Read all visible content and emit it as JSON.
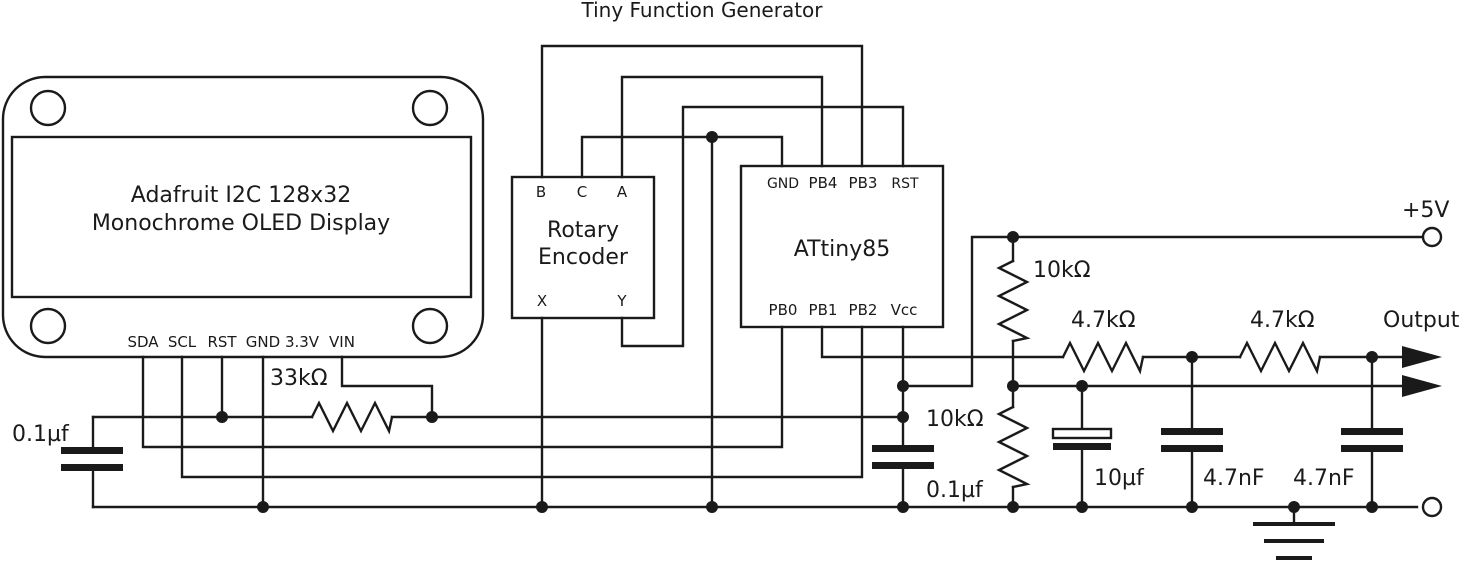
{
  "title": "Tiny Function Generator",
  "oled": {
    "line1": "Adafruit I2C 128x32",
    "line2": "Monochrome OLED Display",
    "pins": [
      "SDA",
      "SCL",
      "RST",
      "GND",
      "3.3V",
      "VIN"
    ]
  },
  "encoder": {
    "line1": "Rotary",
    "line2": "Encoder",
    "pins": [
      "B",
      "C",
      "A",
      "X",
      "Y"
    ]
  },
  "mcu": {
    "name": "ATtiny85",
    "top_pins": [
      "GND",
      "PB4",
      "PB3",
      "RST"
    ],
    "bottom_pins": [
      "PB0",
      "PB1",
      "PB2",
      "Vcc"
    ]
  },
  "components": {
    "r_33k": "33kΩ",
    "r_10k_top": "10kΩ",
    "r_10k_bottom": "10kΩ",
    "r_47k_1": "4.7kΩ",
    "r_47k_2": "4.7kΩ",
    "c_left": "0.1µf",
    "c_mcu": "0.1µf",
    "c_electrolytic": "10µf",
    "c_47n_1": "4.7nF",
    "c_47n_2": "4.7nF"
  },
  "terminals": {
    "vplus": "+5V",
    "output": "Output"
  }
}
